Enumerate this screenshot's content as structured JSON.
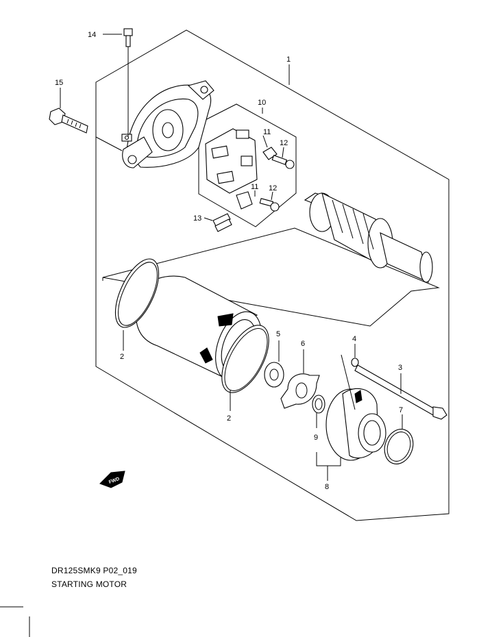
{
  "diagram": {
    "labels": {
      "p1": "1",
      "p2a": "2",
      "p2b": "2",
      "p3": "3",
      "p4": "4",
      "p5": "5",
      "p6": "6",
      "p7": "7",
      "p8": "8",
      "p9": "9",
      "p10": "10",
      "p11a": "11",
      "p11b": "11",
      "p12a": "12",
      "p12b": "12",
      "p13": "13",
      "p14": "14",
      "p15": "15"
    },
    "fwd_badge": "FWD",
    "caption": {
      "line1": "DR125SMK9 P02_019",
      "line2": "STARTING MOTOR"
    }
  }
}
